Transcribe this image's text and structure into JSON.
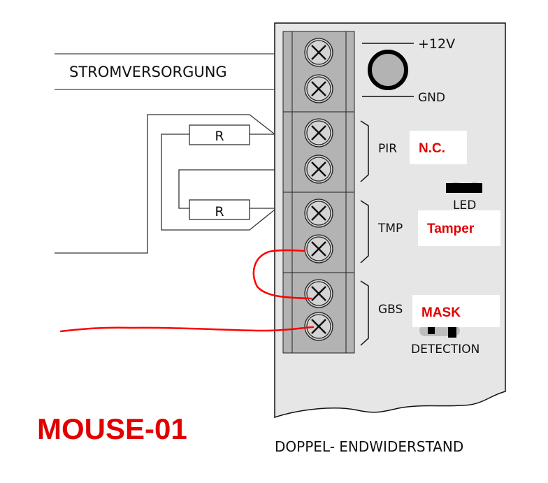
{
  "diagram": {
    "power_label": "STROMVERSORGUNG",
    "resistor_label": "R",
    "terminals": {
      "plus": "+12V",
      "gnd": "GND",
      "pir": "PIR",
      "tmp": "TMP",
      "gbs": "GBS"
    },
    "annotations": {
      "pir_note": "N.C.",
      "tmp_note": "Tamper",
      "gbs_note": "MASK"
    },
    "jumpers": {
      "led": "LED",
      "detection": "DETECTION"
    },
    "caption": "DOPPEL- ENDWIDERSTAND",
    "model_title": "MOUSE-01"
  },
  "colors": {
    "board": "#e6e6e6",
    "terminal_block": "#b3b3b3",
    "screw": "#d4d4d4",
    "annotation_red": "#e00000",
    "wire_red": "#ff0000"
  }
}
